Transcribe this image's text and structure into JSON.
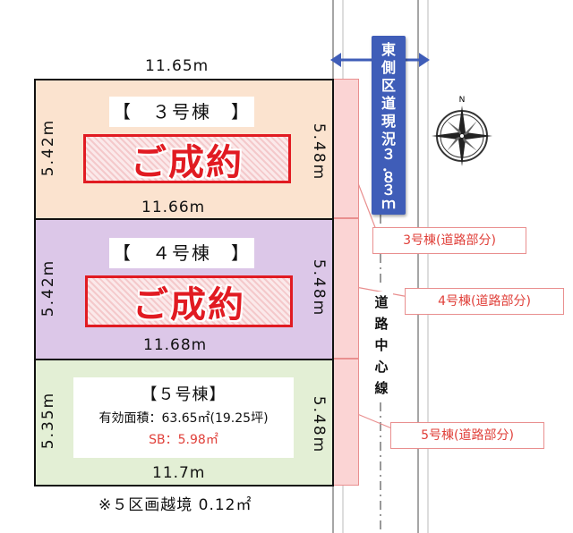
{
  "road": {
    "label": "東側区道現況３．８３ｍ",
    "label_chars": [
      "東",
      "側",
      "区",
      "道",
      "現",
      "況",
      "３",
      "．",
      "８",
      "３",
      "ｍ"
    ],
    "center_line_label_chars": [
      "道",
      "路",
      "中",
      "心",
      "線"
    ]
  },
  "lot3": {
    "title": "【　３号棟　】",
    "status": "ご成約",
    "top_dim": "11.65m",
    "left_dim": "5.42m",
    "right_dim": "5.48m",
    "bottom_dim": "11.66m",
    "road_part_label": "3号棟(道路部分)"
  },
  "lot4": {
    "title": "【　４号棟　】",
    "status": "ご成約",
    "left_dim": "5.42m",
    "right_dim": "5.48m",
    "bottom_dim": "11.68m",
    "road_part_label": "4号棟(道路部分)"
  },
  "lot5": {
    "title": "【５号棟】",
    "area_line": "有効面積：63.65㎡(19.25坪)",
    "sb_line": "SB：5.98㎡",
    "left_dim": "5.35m",
    "right_dim": "5.48m",
    "bottom_dim": "11.7m",
    "road_part_label": "5号棟(道路部分)"
  },
  "footnote": "※５区画越境 0.12㎡",
  "compass": {
    "north_label": "N"
  },
  "colors": {
    "lot3_fill": "#fbe3cf",
    "lot4_fill": "#dcc7e8",
    "lot5_fill": "#e3efd5",
    "sold_red": "#e11b22",
    "road_part_pink": "#fbd4d4",
    "road_label_blue": "#3f5db8"
  }
}
